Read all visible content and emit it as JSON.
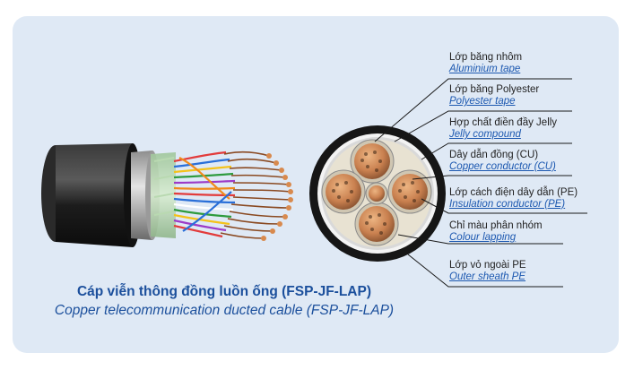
{
  "labels": [
    {
      "vn": "Lớp băng nhôm",
      "en": "Aluminium tape"
    },
    {
      "vn": "Lớp băng Polyester",
      "en": "Polyester tape"
    },
    {
      "vn": "Hợp chất điền đầy Jelly",
      "en": "Jelly compound"
    },
    {
      "vn": "Dây dẫn đồng (CU)",
      "en": "Copper conductor (CU)"
    },
    {
      "vn": "Lớp cách điện dây dẫn (PE)",
      "en": "Insulation conductor (PE)"
    },
    {
      "vn": "Chỉ màu phân nhóm",
      "en": "Colour lapping"
    },
    {
      "vn": "Lớp vỏ ngoài PE",
      "en": "Outer sheath PE"
    }
  ],
  "caption": {
    "vn": "Cáp viễn thông đồng luồn ống (FSP-JF-LAP)",
    "en": "Copper telecommunication ducted cable (FSP-JF-LAP)"
  },
  "colors": {
    "panel": "#dfe9f5",
    "caption": "#1b4f9c",
    "label_en": "#1c58b0",
    "sheath": "#1a1a1a",
    "copper": "#c8743e",
    "jelly_fill": "#e8e2d2"
  }
}
